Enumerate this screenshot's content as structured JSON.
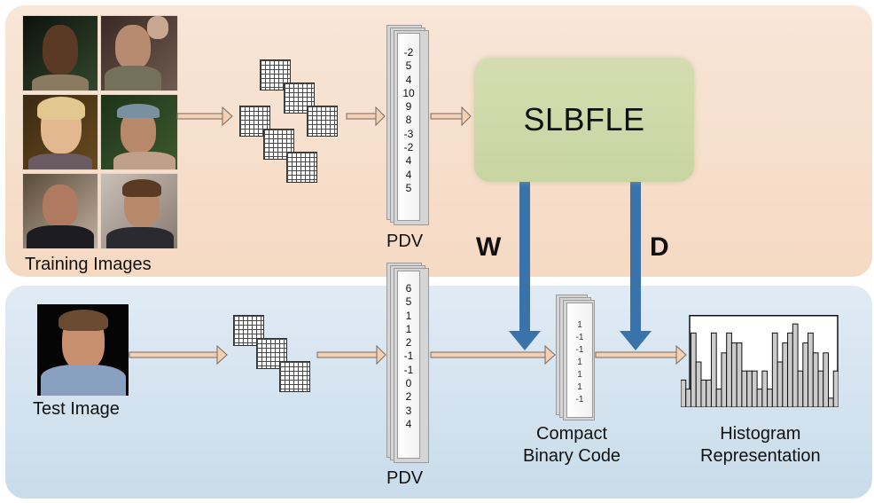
{
  "diagram": {
    "training_label": "Training Images",
    "test_label": "Test Image",
    "method_label": "SLBFLE",
    "w_label": "W",
    "d_label": "D",
    "pdv_label_top": "PDV",
    "pdv_label_bottom": "PDV",
    "compact_label_1": "Compact",
    "compact_label_2": "Binary Code",
    "histogram_label_1": "Histogram",
    "histogram_label_2": "Representation",
    "pdv_train_values": [
      "-2",
      "5",
      "4",
      "10",
      "9",
      "8",
      "-3",
      "-2",
      "4",
      "4",
      "5"
    ],
    "pdv_test_values": [
      "6",
      "5",
      "1",
      "1",
      "2",
      "-1",
      "-1",
      "0",
      "2",
      "3",
      "4"
    ],
    "binary_code_values": [
      "1",
      "-1",
      "-1",
      "1",
      "1",
      "1",
      "-1"
    ],
    "histogram_relative_heights": [
      0.3,
      0.2,
      0.82,
      0.5,
      0.3,
      0.3,
      0.82,
      0.2,
      0.6,
      0.82,
      0.71,
      0.71,
      0.4,
      0.4,
      0.4,
      0.2,
      0.4,
      0.2,
      0.82,
      0.5,
      0.71,
      0.82,
      0.92,
      0.4,
      0.71,
      0.82,
      0.6,
      0.4,
      0.6,
      0.1,
      0.4
    ],
    "colors": {
      "training_panel": "#f6dcc8",
      "test_panel": "#d3e2ee",
      "method_box": "#cfdaa9",
      "projection_arrow": "#3a72aa",
      "flow_arrow_fill": "#f3cfb3",
      "flow_arrow_stroke": "#7a6a60",
      "histogram_bar": "#cccccc"
    }
  }
}
